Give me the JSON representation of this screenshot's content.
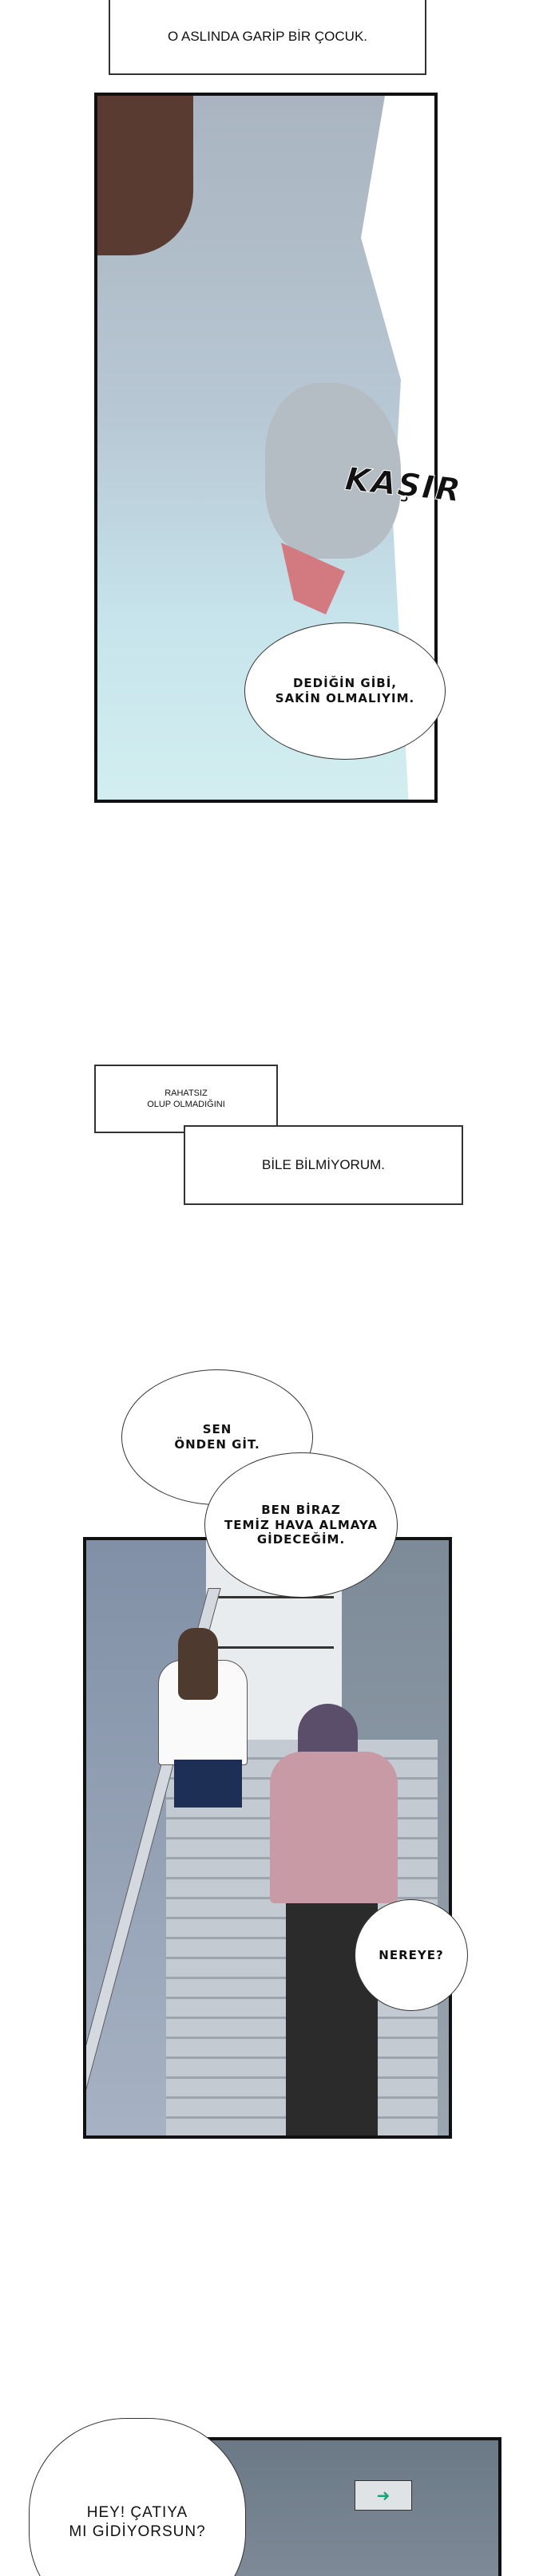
{
  "captions": {
    "c1": "O ASLINDA GARİP BİR ÇOCUK.",
    "c2a": "RAHATSIZ\nOLUP OLMADIĞINI",
    "c2b": "BİLE BİLMİYORUM."
  },
  "sfx": {
    "kasir": "KAŞIR"
  },
  "bubbles": {
    "b1": "DEDİĞİN GİBİ,\nSAKİN OLMALIYIM.",
    "b2": "SEN\nÖNDEN GİT.",
    "b3": "BEN BİRAZ\nTEMİZ HAVA ALMAYA\nGİDECEĞİM.",
    "b4": "NEREYE?",
    "b5": "HEY! ÇATIYA\nMI GİDİYORSUN?"
  },
  "colors": {
    "skin_blue": "#aab8c4",
    "shirt": "#c9e3ea",
    "cardigan": "#c79aa6",
    "stairs": "#b8bfc8",
    "dark_wall": "#6b7886",
    "exit_sign": "#1aa37a"
  }
}
